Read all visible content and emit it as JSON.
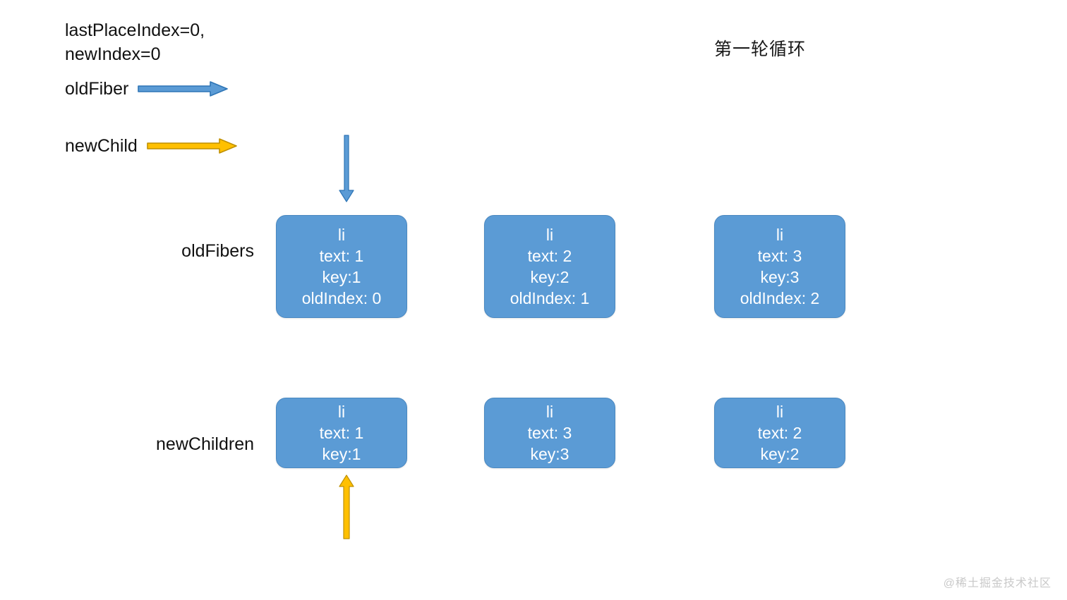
{
  "diagram": {
    "state_text": "lastPlaceIndex=0,\nnewIndex=0",
    "round_title": "第一轮循环",
    "watermark": "@稀土掘金技术社区",
    "colors": {
      "node_fill": "#5B9BD5",
      "node_border": "#4a88c0",
      "old_fiber_arrow": "#5B9BD5",
      "old_fiber_arrow_border": "#2E75B6",
      "new_child_arrow": "#FFC000",
      "new_child_arrow_border": "#BF9000",
      "text": "#111111",
      "node_text": "#ffffff",
      "watermark": "#c9c9c9"
    }
  },
  "legend": {
    "items": [
      {
        "label": "oldFiber",
        "arrow": "right-arrow-icon",
        "color": "#5B9BD5"
      },
      {
        "label": "newChild",
        "arrow": "right-arrow-icon",
        "color": "#FFC000"
      }
    ]
  },
  "rows": [
    {
      "label": "oldFibers",
      "name": "old-fibers-row",
      "nodes": [
        {
          "tag": "li",
          "text": "text: 1",
          "key": "key:1",
          "old_index": "oldIndex: 0"
        },
        {
          "tag": "li",
          "text": "text: 2",
          "key": "key:2",
          "old_index": "oldIndex: 1"
        },
        {
          "tag": "li",
          "text": "text: 3",
          "key": "key:3",
          "old_index": "oldIndex: 2"
        }
      ]
    },
    {
      "label": "newChildren",
      "name": "new-children-row",
      "nodes": [
        {
          "tag": "li",
          "text": "text: 1",
          "key": "key:1"
        },
        {
          "tag": "li",
          "text": "text: 3",
          "key": "key:3"
        },
        {
          "tag": "li",
          "text": "text: 2",
          "key": "key:2"
        }
      ]
    }
  ],
  "pointers": [
    {
      "name": "old-fiber-pointer",
      "direction": "down",
      "color": "#5B9BD5",
      "targets": "oldFibers node 0"
    },
    {
      "name": "new-child-pointer",
      "direction": "up",
      "color": "#FFC000",
      "targets": "newChildren node 0"
    }
  ]
}
